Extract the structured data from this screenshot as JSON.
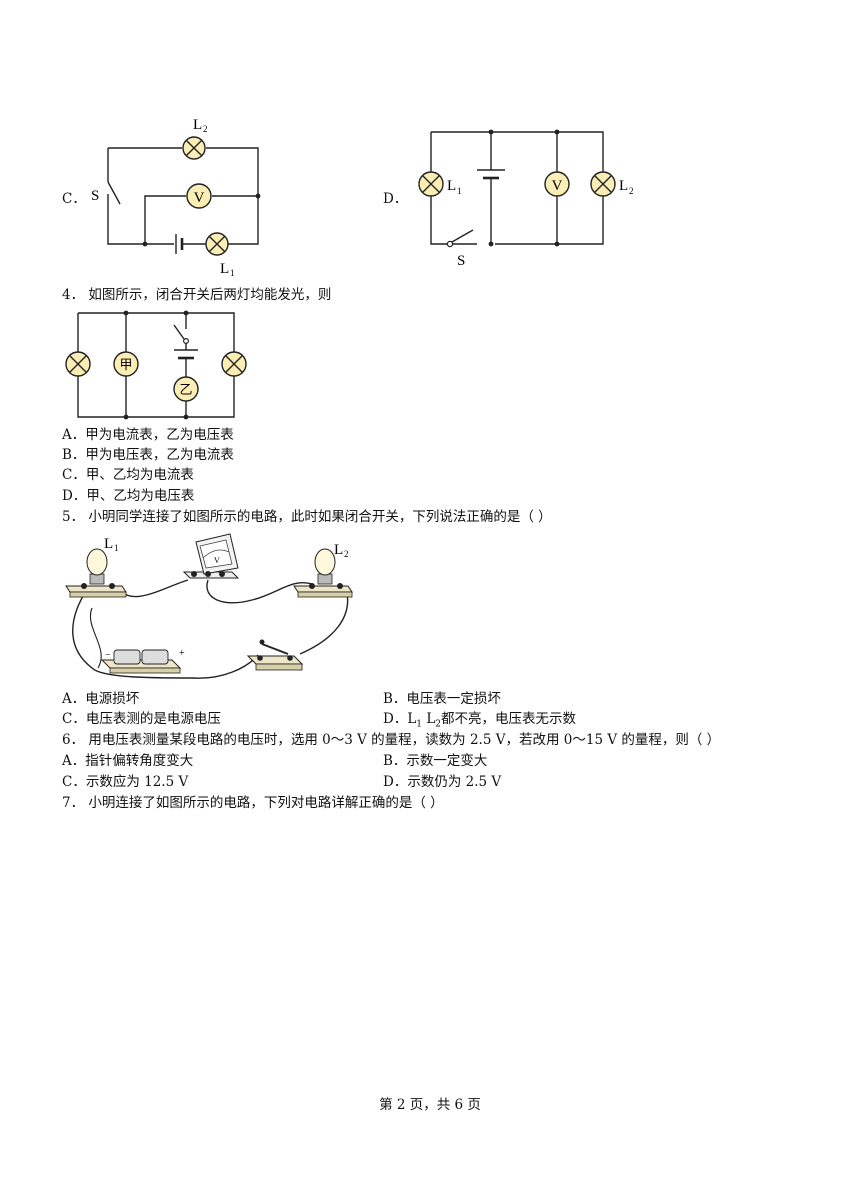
{
  "q3": {
    "option_c_label": "C．",
    "option_d_label": "D．",
    "fig_c": {
      "l2": "L",
      "l2_sub": "2",
      "v": "V",
      "s": "S",
      "l1": "L",
      "l1_sub": "1"
    },
    "fig_d": {
      "l1": "L",
      "l1_sub": "1",
      "v": "V",
      "l2": "L",
      "l2_sub": "2",
      "s": "S"
    }
  },
  "q4": {
    "stem": "4．  如图所示，闭合开关后两灯均能发光，则",
    "meter_jia": "甲",
    "meter_yi": "乙",
    "options": [
      "A．甲为电流表，乙为电压表",
      "B．甲为电压表，乙为电流表",
      "C．甲、乙均为电流表",
      "D．甲、乙均为电压表"
    ]
  },
  "q5": {
    "stem": "5．  小明同学连接了如图所示的电路，此时如果闭合开关，下列说法正确的是（          ）",
    "fig": {
      "l1": "L",
      "l1_sub": "1",
      "l2": "L",
      "l2_sub": "2",
      "meter": "V",
      "minus": "−",
      "plus": "+"
    },
    "option_a": "A．电源损坏",
    "option_b": "B．电压表一定损坏",
    "option_c": "C．电压表测的是电源电压",
    "option_d_prefix": "D．L",
    "option_d_sub1": "1",
    "option_d_mid": " L",
    "option_d_sub2": "2",
    "option_d_suffix": "都不亮，电压表无示数"
  },
  "q6": {
    "stem": "6．  用电压表测量某段电路的电压时，选用 0～3 V 的量程，读数为 2.5 V，若改用 0～15 V 的量程，则（          ）",
    "option_a": "A．指针偏转角度变大",
    "option_b": "B．示数一定变大",
    "option_c": "C．示数应为 12.5 V",
    "option_d": "D．示数仍为 2.5 V"
  },
  "q7": {
    "stem": "7．  小明连接了如图所示的电路，下列对电路详解正确的是（          ）"
  },
  "footer": "第 2 页，共 6 页"
}
